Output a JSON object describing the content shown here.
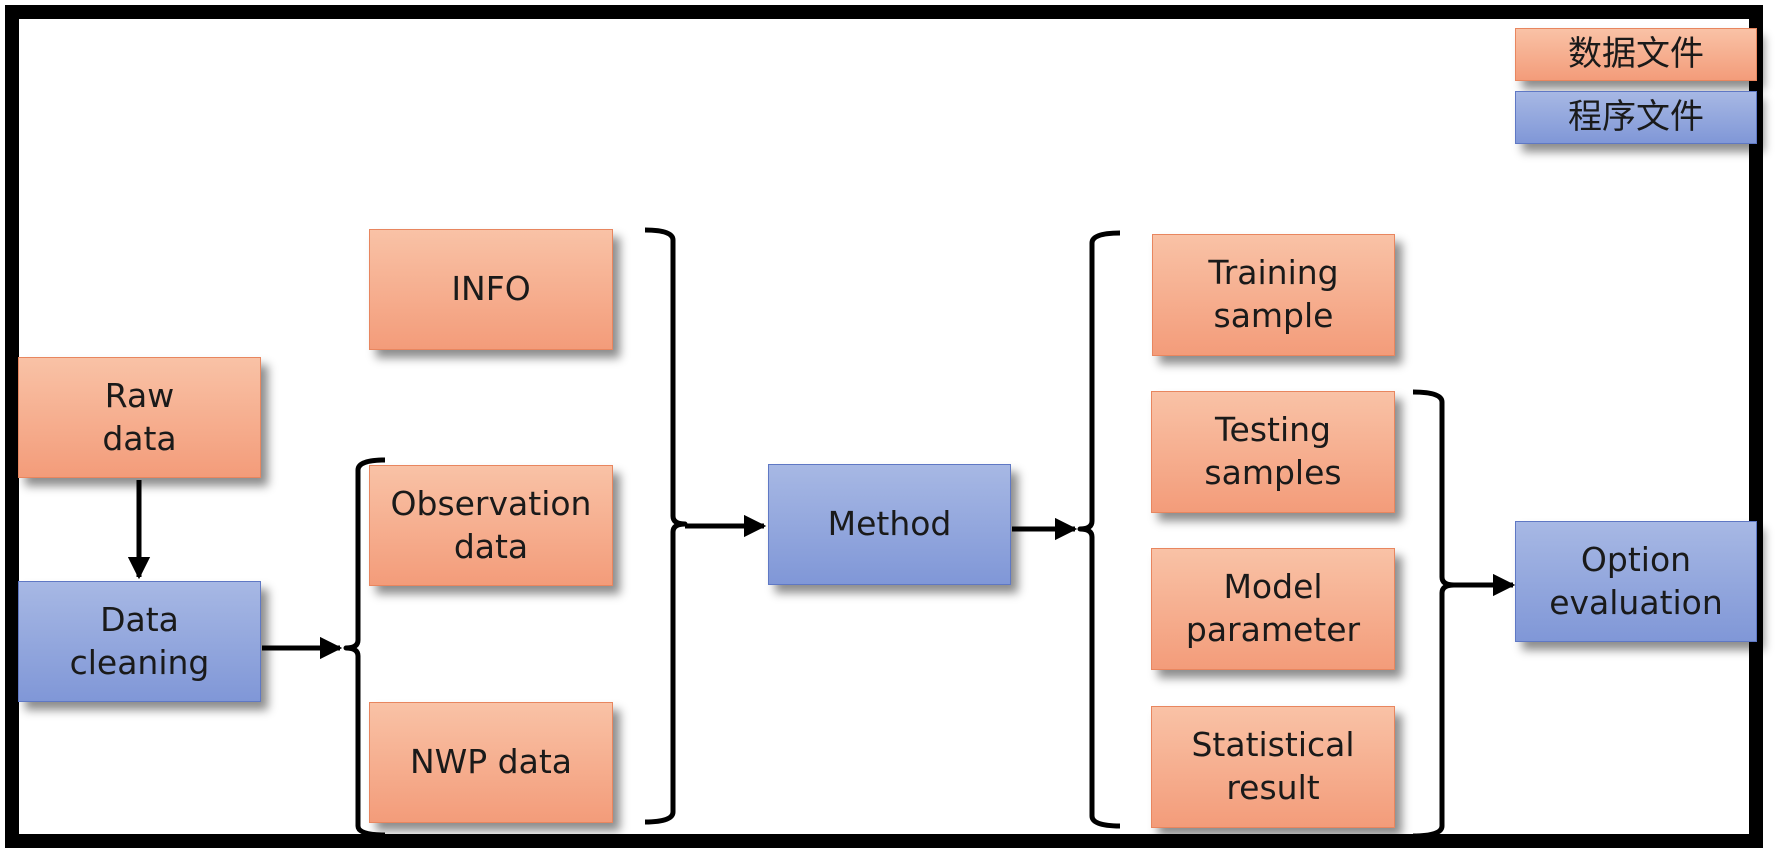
{
  "legend": {
    "data_file": "数据文件",
    "program_file": "程序文件"
  },
  "nodes": {
    "raw_data": "Raw\ndata",
    "data_cleaning": "Data\ncleaning",
    "info": "INFO",
    "observation_data": "Observation\ndata",
    "nwp_data": "NWP data",
    "method": "Method",
    "training_sample": "Training\nsample",
    "testing_samples": "Testing\nsamples",
    "model_parameter": "Model\nparameter",
    "statistical_result": "Statistical\nresult",
    "option_evaluation": "Option\nevaluation"
  },
  "colors": {
    "data_file": "#f5a888",
    "program_file": "#8fa5dd",
    "connector": "#000000"
  }
}
